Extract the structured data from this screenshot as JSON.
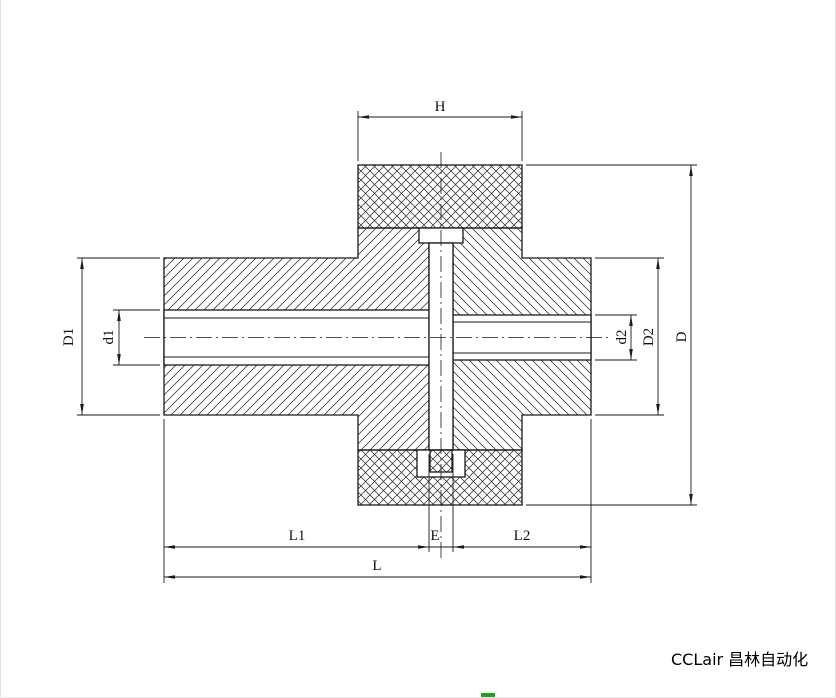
{
  "page": {
    "background": "#fffffe",
    "line_color": "#1a1a1a"
  },
  "drawing": {
    "type": "shaft-coupling cross-section drawing",
    "labels": {
      "H": "H",
      "D1": "D1",
      "d1": "d1",
      "d2": "d2",
      "D2": "D2",
      "D": "D",
      "L1": "L1",
      "E": "E",
      "L2": "L2",
      "L": "L"
    }
  },
  "watermark": {
    "text": "CCLair 昌林自动化"
  },
  "artifact": {
    "color": "#1fa31f"
  }
}
